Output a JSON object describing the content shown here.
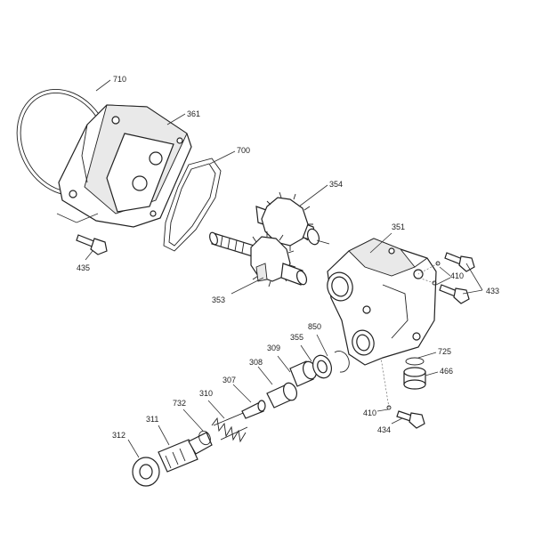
{
  "parts": [
    {
      "id": "p710",
      "label": "710"
    },
    {
      "id": "p361",
      "label": "361"
    },
    {
      "id": "p700",
      "label": "700"
    },
    {
      "id": "p354",
      "label": "354"
    },
    {
      "id": "p351",
      "label": "351"
    },
    {
      "id": "p435",
      "label": "435"
    },
    {
      "id": "p353",
      "label": "353"
    },
    {
      "id": "p410a",
      "label": "410"
    },
    {
      "id": "p433",
      "label": "433"
    },
    {
      "id": "p850",
      "label": "850"
    },
    {
      "id": "p355",
      "label": "355"
    },
    {
      "id": "p309",
      "label": "309"
    },
    {
      "id": "p308",
      "label": "308"
    },
    {
      "id": "p725",
      "label": "725"
    },
    {
      "id": "p466",
      "label": "466"
    },
    {
      "id": "p307",
      "label": "307"
    },
    {
      "id": "p310",
      "label": "310"
    },
    {
      "id": "p732",
      "label": "732"
    },
    {
      "id": "p311",
      "label": "311"
    },
    {
      "id": "p312",
      "label": "312"
    },
    {
      "id": "p410b",
      "label": "410"
    },
    {
      "id": "p434",
      "label": "434"
    }
  ]
}
